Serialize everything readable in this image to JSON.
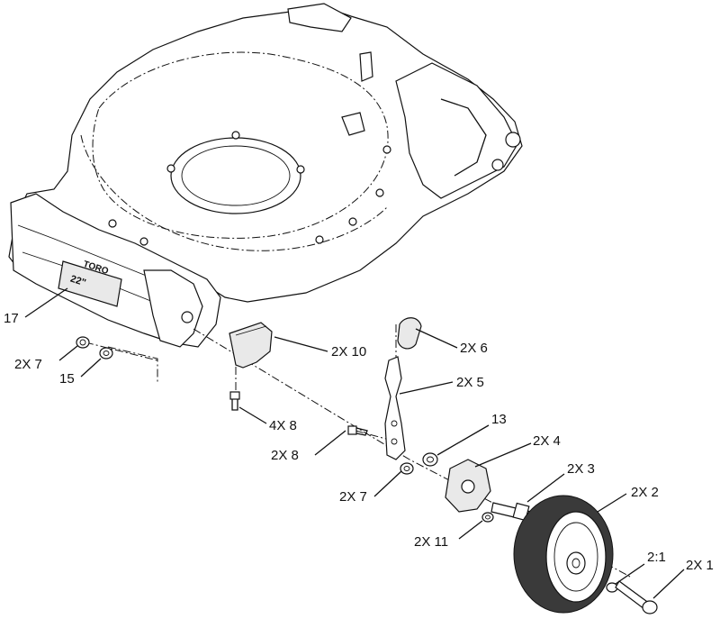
{
  "callouts": {
    "c17": "17",
    "c2x7a": "2X 7",
    "c15": "15",
    "c2x10": "2X 10",
    "c2x6": "2X 6",
    "c2x5": "2X 5",
    "c4x8": "4X 8",
    "c13": "13",
    "c2x4": "2X 4",
    "c2x8": "2X 8",
    "c2x3": "2X 3",
    "c2x7b": "2X 7",
    "c2x2": "2X 2",
    "c2x11": "2X 11",
    "c21": "2:1",
    "c2x1": "2X 1"
  },
  "deck_label": {
    "brand": "TORO",
    "model": "22\""
  },
  "colors": {
    "line": "#111111",
    "part_fill": "#e9e9e9",
    "tread_fill": "#3a3a3a"
  }
}
